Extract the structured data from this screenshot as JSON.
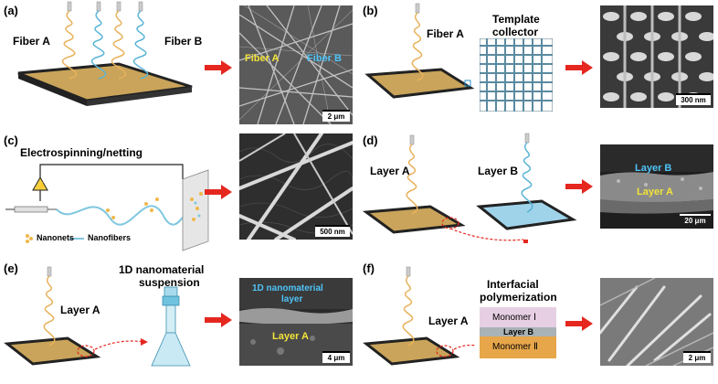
{
  "panels": {
    "a": {
      "label": "(a)",
      "fiber_a": "Fiber A",
      "fiber_b": "Fiber B",
      "sem_fiber_a": "Fiber A",
      "sem_fiber_b": "Fiber B",
      "scale": "2 μm"
    },
    "b": {
      "label": "(b)",
      "fiber_a": "Fiber A",
      "template_collector": "Template\ncollector",
      "template_line1": "Template",
      "template_line2": "collector",
      "scale": "300 nm"
    },
    "c": {
      "label": "(c)",
      "title": "Electrospinning/netting",
      "legend_nanonets": "Nanonets",
      "legend_nanofibers": "Nanofibers",
      "scale": "500 nm"
    },
    "d": {
      "label": "(d)",
      "layer_a": "Layer A",
      "layer_b": "Layer B",
      "sem_layer_b": "Layer B",
      "sem_layer_a": "Layer A",
      "scale": "20 μm"
    },
    "e": {
      "label": "(e)",
      "layer_a": "Layer A",
      "title_line1": "1D nanomaterial",
      "title_line2": "suspension",
      "sem_top_line1": "1D nanomaterial",
      "sem_top_line2": "layer",
      "sem_layer_a": "Layer A",
      "scale": "4 μm"
    },
    "f": {
      "label": "(f)",
      "layer_a": "Layer A",
      "title_line1": "Interfacial",
      "title_line2": "polymerization",
      "monomer_1": "Monomer Ⅰ",
      "layer_b": "Layer B",
      "monomer_2": "Monomer Ⅱ",
      "scale": "2 μm"
    }
  },
  "colors": {
    "fiber_a": "#e8b25c",
    "fiber_b": "#5ab4d6",
    "mat": "#c9a45a",
    "arrow": "#e5271f",
    "layer_b_sheet": "#9fd3ea",
    "sem_label_yellow": "#f2e33a",
    "sem_label_cyan": "#4fc3f7"
  }
}
